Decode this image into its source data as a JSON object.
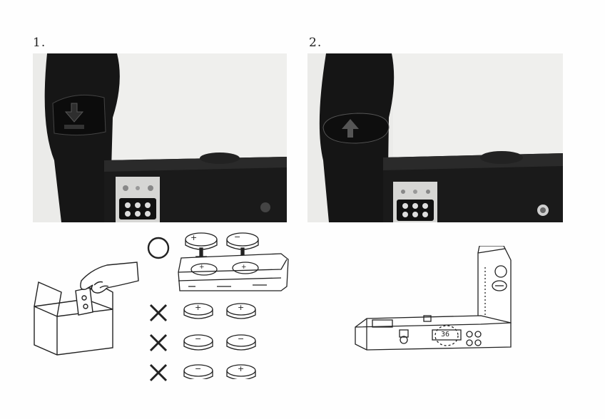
{
  "steps": [
    {
      "number": "1."
    },
    {
      "number": "2."
    }
  ],
  "battery_markings": {
    "plus": "+",
    "minus": "−"
  },
  "counter_label": "36",
  "symbols": {
    "correct": "circle-correct-icon",
    "wrong": "cross-wrong-icon"
  },
  "colors": {
    "photo_dark": "#151515",
    "photo_light": "#ececea",
    "line_art": "#222222"
  }
}
